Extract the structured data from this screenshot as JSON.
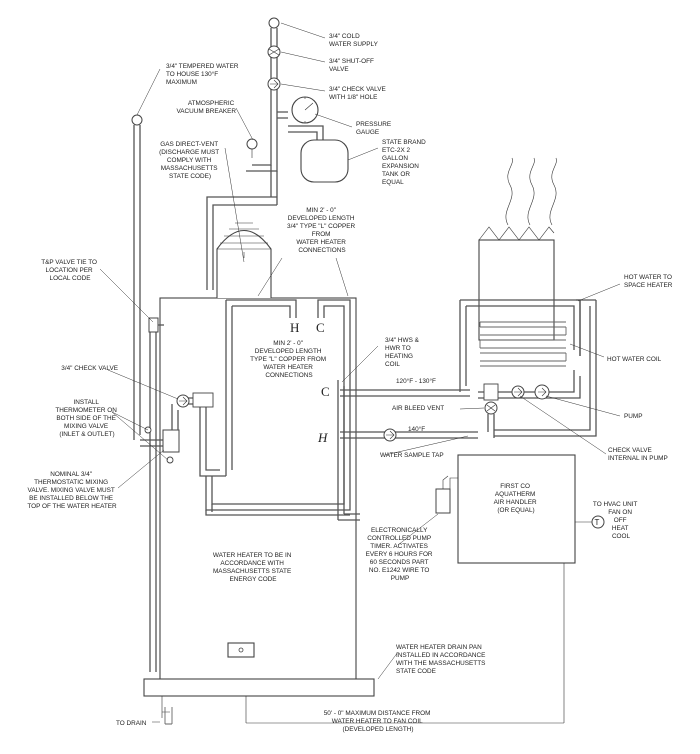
{
  "labels": {
    "cold_supply": [
      "3/4\" COLD",
      "WATER SUPPLY"
    ],
    "shutoff_valve": [
      "3/4\" SHUT-OFF",
      "VALVE"
    ],
    "check_valve_hole": [
      "3/4\" CHECK VALVE",
      "WITH 1/8\" HOLE"
    ],
    "pressure_gauge": [
      "PRESSURE",
      "GAUGE"
    ],
    "expansion_tank": [
      "STATE BRAND",
      "ETC-2X 2",
      "GALLON",
      "EXPANSION",
      "TANK OR",
      "EQUAL"
    ],
    "tempered_water": [
      "3/4\" TEMPERED WATER",
      "TO HOUSE  130°F",
      "MAXIMUM"
    ],
    "vacuum_breaker": [
      "ATMOSPHERIC",
      "VACUUM BREAKER"
    ],
    "gas_vent": [
      "GAS DIRECT-VENT",
      "(DISCHARGE MUST",
      "COMPLY WITH",
      "MASSACHUSETTS",
      "STATE CODE)"
    ],
    "min_length_top": [
      "MIN 2' - 0\"",
      "DEVELOPED LENGTH",
      "3/4\" TYPE \"L\" COPPER",
      "FROM",
      "WATER HEATER",
      "CONNECTIONS"
    ],
    "tp_valve": [
      "T&P VALVE TIE TO",
      "LOCATION PER",
      "LOCAL CODE"
    ],
    "hot_to_space": [
      "HOT WATER TO",
      "SPACE HEATER"
    ],
    "hws_hwr": [
      "3/4\" HWS &",
      "HWR TO",
      "HEATING",
      "COIL"
    ],
    "min_length_mid": [
      "MIN 2' - 0\"",
      "DEVELOPED LENGTH",
      "TYPE \"L\" COPPER FROM",
      "WATER HEATER",
      "CONNECTIONS"
    ],
    "hot_water_coil": [
      "HOT WATER COIL"
    ],
    "check_valve_34": [
      "3/4\" CHECK VALVE"
    ],
    "temp_range": [
      "120°F - 130°F"
    ],
    "air_bleed": [
      "AIR BLEED VENT"
    ],
    "pump": [
      "PUMP"
    ],
    "install_thermometer": [
      "INSTALL",
      "THERMOMETER ON",
      "BOTH SIDE OF THE",
      "MIXING VALVE",
      "(INLET & OUTLET)"
    ],
    "temp_140": [
      "140°F"
    ],
    "check_valve_pump": [
      "CHECK VALVE",
      "INTERNAL IN PUMP"
    ],
    "sample_tap": [
      "WATER SAMPLE TAP"
    ],
    "mixing_valve": [
      "NOMINAL 3/4\"",
      "THERMOSTATIC MIXING",
      "VALVE. MIXING VALVE MUST",
      "BE INSTALLED BELOW THE",
      "TOP OF THE WATER HEATER"
    ],
    "air_handler": [
      "FIRST CO",
      "AQUATHERM",
      "AIR HANDLER",
      "(OR EQUAL)"
    ],
    "pump_timer": [
      "ELECTRONICALLY",
      "CONTROLLED PUMP",
      "TIMER. ACTIVATES",
      "EVERY 6 HOURS FOR",
      "60 SECONDS PART",
      "NO. E1242 WIRE TO",
      "PUMP"
    ],
    "hvac_unit": [
      "TO HVAC UNIT",
      "FAN ON",
      "OFF",
      "HEAT",
      "COOL"
    ],
    "heater_code": [
      "WATER HEATER TO BE IN",
      "ACCORDANCE WITH",
      "MASSACHUSETTS STATE",
      "ENERGY CODE"
    ],
    "drain_pan": [
      "WATER HEATER DRAIN PAN",
      "INSTALLED IN ACCORDANCE",
      "WITH THE MASSACHUSETTS",
      "STATE CODE"
    ],
    "to_drain": [
      "TO DRAIN"
    ],
    "max_distance": [
      "50' - 0\" MAXIMUM DISTANCE FROM",
      "WATER HEATER TO FAN COIL",
      "(DEVELOPED LENGTH)"
    ]
  },
  "markers": {
    "hot_top": "H",
    "cold_top": "C",
    "cold_side": "C",
    "hot_side": "H",
    "thermostat": "T"
  }
}
